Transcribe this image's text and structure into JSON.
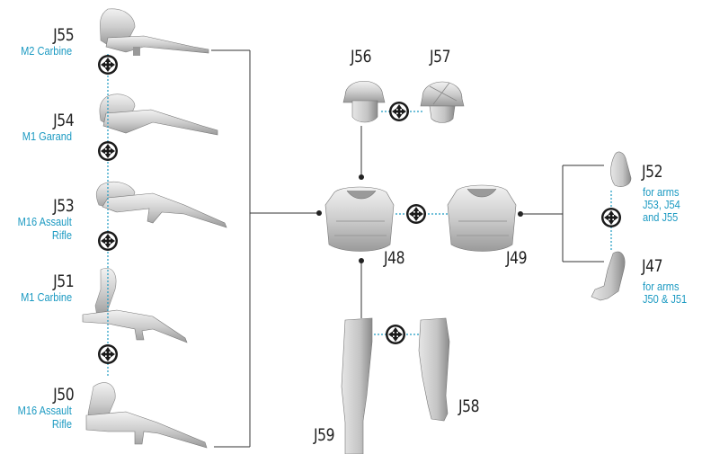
{
  "parts": {
    "j55": {
      "code": "J55",
      "name": "M2 Carbine"
    },
    "j54": {
      "code": "J54",
      "name": "M1 Garand"
    },
    "j53": {
      "code": "J53",
      "name_line1": "M16 Assault",
      "name_line2": "Rifle"
    },
    "j51": {
      "code": "J51",
      "name": "M1 Carbine"
    },
    "j50": {
      "code": "J50",
      "name_line1": "M16 Assault",
      "name_line2": "Rifle"
    },
    "j56": {
      "code": "J56"
    },
    "j57": {
      "code": "J57"
    },
    "j48": {
      "code": "J48"
    },
    "j49": {
      "code": "J49"
    },
    "j52": {
      "code": "J52",
      "note_line1": "for arms",
      "note_line2": "J53, J54",
      "note_line3": "and J55"
    },
    "j47": {
      "code": "J47",
      "note_line1": "for arms",
      "note_line2": "J50 & J51"
    },
    "j59": {
      "code": "J59"
    },
    "j58": {
      "code": "J58"
    }
  },
  "colors": {
    "accent": "#1c9ac2",
    "line": "#333333",
    "part_fill": "#cfcfcf",
    "part_dark": "#8f8f8f"
  },
  "icons": {
    "swap": "four-arrow-exchange-icon"
  }
}
